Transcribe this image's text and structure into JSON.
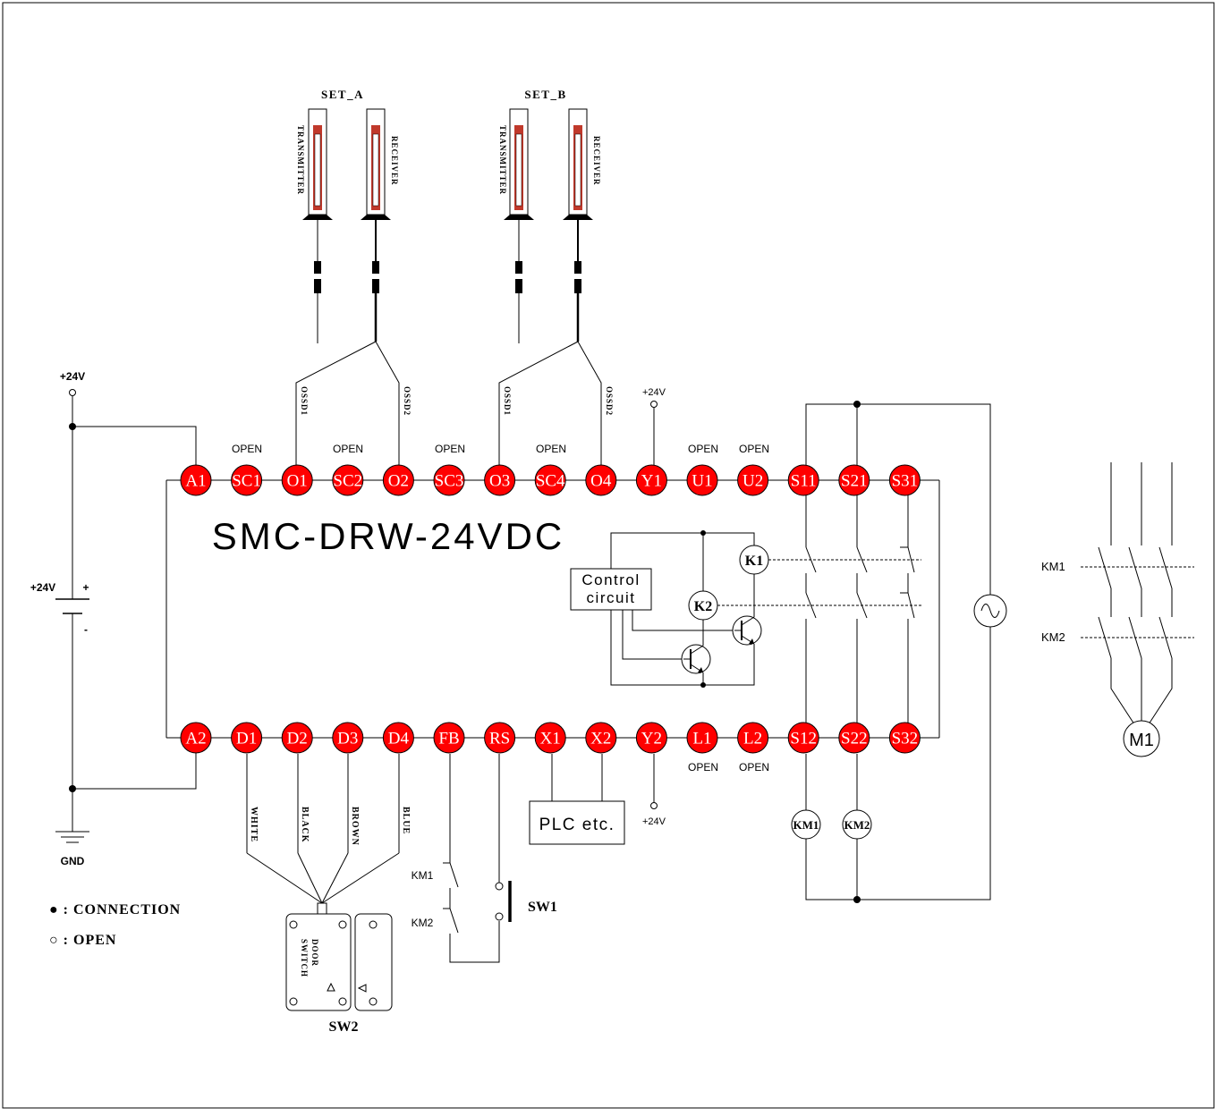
{
  "device": {
    "model": "SMC-DRW-24VDC"
  },
  "light_curtains": [
    {
      "set": "SET_A",
      "transmitter": "TRANSMITTER",
      "receiver": "RECEIVER",
      "out1": "OSSD1",
      "out2": "OSSD2"
    },
    {
      "set": "SET_B",
      "transmitter": "TRANSMITTER",
      "receiver": "RECEIVER",
      "out1": "OSSD1",
      "out2": "OSSD2"
    }
  ],
  "top_terminals": [
    "A1",
    "SC1",
    "O1",
    "SC2",
    "O2",
    "SC3",
    "O3",
    "SC4",
    "O4",
    "Y1",
    "U1",
    "U2",
    "S11",
    "S21",
    "S31"
  ],
  "bottom_terminals": [
    "A2",
    "D1",
    "D2",
    "D3",
    "D4",
    "FB",
    "RS",
    "X1",
    "X2",
    "Y2",
    "L1",
    "L2",
    "S12",
    "S22",
    "S32"
  ],
  "open_label": "OPEN",
  "supply": {
    "plus_24v": "+24V",
    "plus": "+",
    "minus": "-",
    "gnd": "GND"
  },
  "internal": {
    "control_circuit": [
      "Control",
      "circuit"
    ],
    "relay_k1": "K1",
    "relay_k2": "K2"
  },
  "plc": "PLC etc.",
  "contactors": {
    "km1": "KM1",
    "km2": "KM2",
    "motor": "M1"
  },
  "door_switch": {
    "wires": [
      "WHITE",
      "BLACK",
      "BROWN",
      "BLUE"
    ],
    "label": [
      "DOOR",
      "SWITCH"
    ],
    "name": "SW2"
  },
  "reset_switch": "SW1",
  "legend": {
    "connection": "● : CONNECTION",
    "open": "○ : OPEN"
  }
}
